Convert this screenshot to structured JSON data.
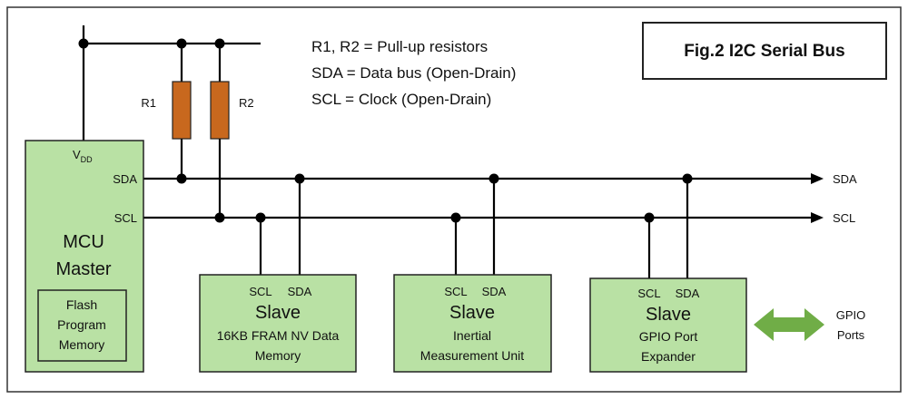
{
  "title": "Fig.2  I2C Serial Bus",
  "legend": [
    "R1, R2 = Pull-up resistors",
    "SDA = Data bus (Open-Drain)",
    "SCL = Clock (Open-Drain)"
  ],
  "resistors": {
    "r1": "R1",
    "r2": "R2"
  },
  "bus_labels": {
    "sda": "SDA",
    "scl": "SCL"
  },
  "master": {
    "vdd_main": "V",
    "vdd_sub": "DD",
    "sda": "SDA",
    "scl": "SCL",
    "line1": "MCU",
    "line2": "Master",
    "flash_lines": [
      "Flash",
      "Program",
      "Memory"
    ]
  },
  "slaves": [
    {
      "scl": "SCL",
      "sda": "SDA",
      "title": "Slave",
      "desc": [
        "16KB FRAM NV Data",
        "Memory"
      ]
    },
    {
      "scl": "SCL",
      "sda": "SDA",
      "title": "Slave",
      "desc": [
        "Inertial",
        "Measurement  Unit"
      ]
    },
    {
      "scl": "SCL",
      "sda": "SDA",
      "title": "Slave",
      "desc": [
        "GPIO Port",
        "Expander"
      ]
    }
  ],
  "gpio_label": [
    "GPIO",
    "Ports"
  ],
  "colors": {
    "box_fill": "#b9e1a4",
    "resistor_fill": "#c8681e",
    "arrow_fill": "#70ad47"
  }
}
